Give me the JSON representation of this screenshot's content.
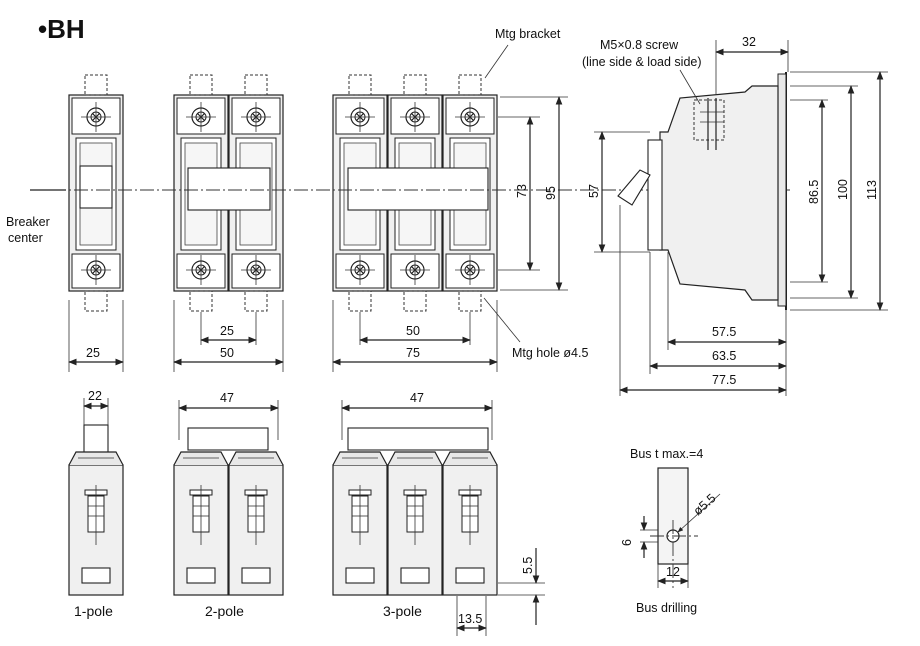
{
  "title": "•BH",
  "labels": {
    "mtg_bracket": "Mtg bracket",
    "screw_line1": "M5×0.8 screw",
    "screw_line2": "(line side & load side)",
    "breaker_center_1": "Breaker",
    "breaker_center_2": "center",
    "mtg_hole": "Mtg hole ø4.5",
    "bus_t": "Bus t max.=4",
    "bus_drilling": "Bus drilling",
    "pole1": "1-pole",
    "pole2": "2-pole",
    "pole3": "3-pole"
  },
  "dims": {
    "w1": "25",
    "w2": "50",
    "w3": "75",
    "c2": "25",
    "c3": "50",
    "h73": "73",
    "h95": "95",
    "side32": "32",
    "h57": "57",
    "h86": "86.5",
    "h100": "100",
    "h113": "113",
    "d57": "57.5",
    "d63": "63.5",
    "d77": "77.5",
    "b22": "22",
    "b47a": "47",
    "b47b": "47",
    "d55": "5.5",
    "d135": "13.5",
    "bus6": "6",
    "bus12": "12",
    "bus55": "ø5.5"
  }
}
